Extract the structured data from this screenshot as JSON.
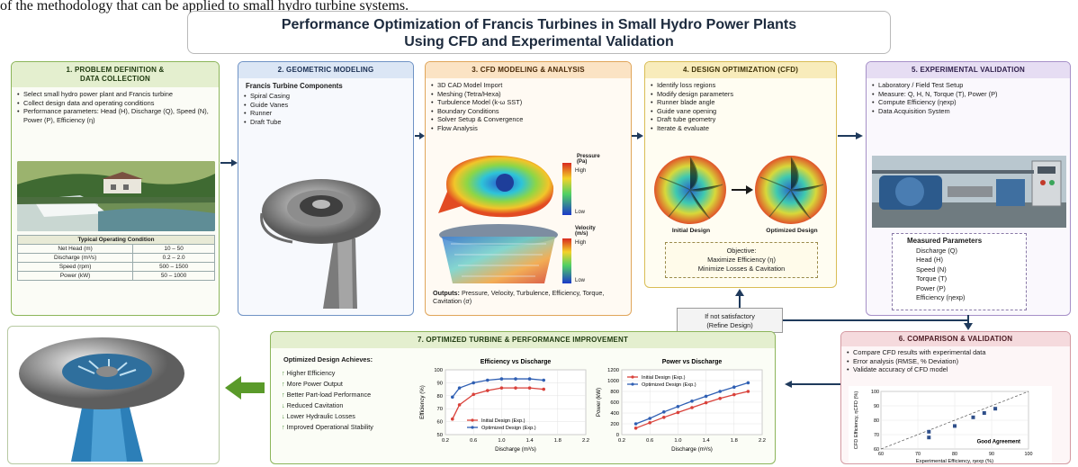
{
  "top_text": "of the methodology that can be applied to small hydro turbine systems.",
  "title": {
    "line1": "Performance Optimization of Francis Turbines in Small Hydro Power Plants",
    "line2": "Using CFD and Experimental Validation"
  },
  "p1": {
    "title1": "1. PROBLEM DEFINITION &",
    "title2": "DATA COLLECTION",
    "bullets": [
      "Select small hydro power plant and Francis turbine",
      "Collect design data and operating conditions",
      "Performance parameters: Head (H), Discharge (Q), Speed (N), Power (P), Efficiency (η)"
    ],
    "table_title": "Typical Operating Condition",
    "rows": [
      [
        "Net Head (m)",
        "10 – 50"
      ],
      [
        "Discharge (m³/s)",
        "0.2 – 2.0"
      ],
      [
        "Speed (rpm)",
        "500 – 1500"
      ],
      [
        "Power (kW)",
        "50 – 1000"
      ]
    ]
  },
  "p2": {
    "title": "2. GEOMETRIC MODELING",
    "subtitle": "Francis Turbine Components",
    "items": [
      "Spiral Casing",
      "Guide Vanes",
      "Runner",
      "Draft Tube"
    ]
  },
  "p3": {
    "title": "3. CFD MODELING & ANALYSIS",
    "items": [
      "3D CAD Model Import",
      "Meshing (Tetra/Hexa)",
      "Turbulence Model (k-ω SST)",
      "Boundary Conditions",
      "Solver Setup & Convergence",
      "Flow Analysis"
    ],
    "pressure_label": "Pressure (Pa)",
    "velocity_label": "Velocity (m/s)",
    "high": "High",
    "low": "Low",
    "outputs_label": "Outputs:",
    "outputs": "Pressure, Velocity, Turbulence, Efficiency, Torque, Cavitation (σ)"
  },
  "p4": {
    "title": "4. DESIGN OPTIMIZATION (CFD)",
    "items": [
      "Identify loss regions",
      "Modify design parameters",
      "Runner blade angle",
      "Guide vane opening",
      "Draft tube geometry",
      "Iterate & evaluate"
    ],
    "initial": "Initial Design",
    "optimized": "Optimized Design",
    "objective": "Objective:",
    "obj1": "Maximize Efficiency (η)",
    "obj2": "Minimize Losses & Cavitation"
  },
  "refine": {
    "line1": "If not satisfactory",
    "line2": "(Refine Design)"
  },
  "p5": {
    "title": "5. EXPERIMENTAL VALIDATION",
    "items": [
      "Laboratory / Field Test Setup",
      "Measure: Q, H, N, Torque (T), Power (P)",
      "Compute Efficiency (ηexp)",
      "Data Acquisition System"
    ],
    "measured_title": "Measured Parameters",
    "measured": [
      "Discharge (Q)",
      "Head (H)",
      "Speed (N)",
      "Torque (T)",
      "Power (P)",
      "Efficiency (ηexp)"
    ]
  },
  "p6": {
    "title": "6. COMPARISON & VALIDATION",
    "items": [
      "Compare CFD results with experimental data",
      "Error analysis (RMSE, % Deviation)",
      "Validate accuracy of CFD model"
    ],
    "xlabel": "Experimental Efficiency, ηexp (%)",
    "ylabel": "CFD Efficiency, ηCFD (%)",
    "agreement": "Good Agreement",
    "xticks": [
      "60",
      "70",
      "80",
      "90",
      "100"
    ],
    "yticks": [
      "60",
      "70",
      "80",
      "90",
      "100"
    ]
  },
  "p7": {
    "title": "7. OPTIMIZED TURBINE & PERFORMANCE IMPROVEMENT",
    "achieves": "Optimized Design Achieves:",
    "items": [
      {
        "t": "Higher Efficiency",
        "dir": "up"
      },
      {
        "t": "More Power Output",
        "dir": "up"
      },
      {
        "t": "Better Part-load Performance",
        "dir": "up"
      },
      {
        "t": "Reduced Cavitation",
        "dir": "down"
      },
      {
        "t": "Lower Hydraulic Losses",
        "dir": "down"
      },
      {
        "t": "Improved Operational Stability",
        "dir": "up"
      }
    ]
  },
  "chart_data": [
    {
      "type": "line",
      "title": "Efficiency vs Discharge",
      "xlabel": "Discharge (m³/s)",
      "ylabel": "Efficiency (%)",
      "xlim": [
        0.2,
        2.2
      ],
      "ylim": [
        50,
        100
      ],
      "xticks": [
        "0.2",
        "0.6",
        "1.0",
        "1.4",
        "1.8",
        "2.2"
      ],
      "yticks": [
        "50",
        "60",
        "70",
        "80",
        "90",
        "100"
      ],
      "series": [
        {
          "name": "Initial Design (Exp.)",
          "color": "#d9413a",
          "x": [
            0.3,
            0.4,
            0.6,
            0.8,
            1.0,
            1.2,
            1.4,
            1.6
          ],
          "y": [
            62,
            73,
            81,
            84,
            86,
            86,
            86,
            85
          ]
        },
        {
          "name": "Optimized Design (Exp.)",
          "color": "#2f5fb3",
          "x": [
            0.3,
            0.4,
            0.6,
            0.8,
            1.0,
            1.2,
            1.4,
            1.6
          ],
          "y": [
            79,
            86,
            90,
            92,
            93,
            93,
            93,
            92
          ]
        }
      ]
    },
    {
      "type": "line",
      "title": "Power vs Discharge",
      "xlabel": "Discharge (m³/s)",
      "ylabel": "Power (kW)",
      "xlim": [
        0.2,
        2.2
      ],
      "ylim": [
        0,
        1200
      ],
      "xticks": [
        "0.2",
        "0.6",
        "1.0",
        "1.4",
        "1.8",
        "2.2"
      ],
      "yticks": [
        "0",
        "200",
        "400",
        "600",
        "800",
        "1000",
        "1200"
      ],
      "series": [
        {
          "name": "Initial Design (Exp.)",
          "color": "#d9413a",
          "x": [
            0.4,
            0.6,
            0.8,
            1.0,
            1.2,
            1.4,
            1.6,
            1.8,
            2.0
          ],
          "y": [
            120,
            220,
            320,
            410,
            500,
            590,
            670,
            740,
            800
          ]
        },
        {
          "name": "Optimized Design (Exp.)",
          "color": "#2f5fb3",
          "x": [
            0.4,
            0.6,
            0.8,
            1.0,
            1.2,
            1.4,
            1.6,
            1.8,
            2.0
          ],
          "y": [
            200,
            300,
            420,
            520,
            620,
            710,
            800,
            880,
            960
          ]
        }
      ]
    },
    {
      "type": "scatter",
      "title": "",
      "xlabel": "Experimental Efficiency, ηexp (%)",
      "ylabel": "CFD Efficiency, ηCFD (%)",
      "xlim": [
        60,
        100
      ],
      "ylim": [
        60,
        100
      ],
      "series": [
        {
          "x": [
            73,
            73,
            80,
            85,
            88,
            91
          ],
          "y": [
            68,
            72,
            76,
            82,
            85,
            88
          ]
        }
      ]
    }
  ],
  "colors": {
    "green": "#6fa23a",
    "blue": "#4a78b5",
    "orange": "#d98a2b",
    "yellow": "#c9a938",
    "purple": "#8a6db0",
    "pink": "#c47a84",
    "navy": "#1f3a5c"
  }
}
